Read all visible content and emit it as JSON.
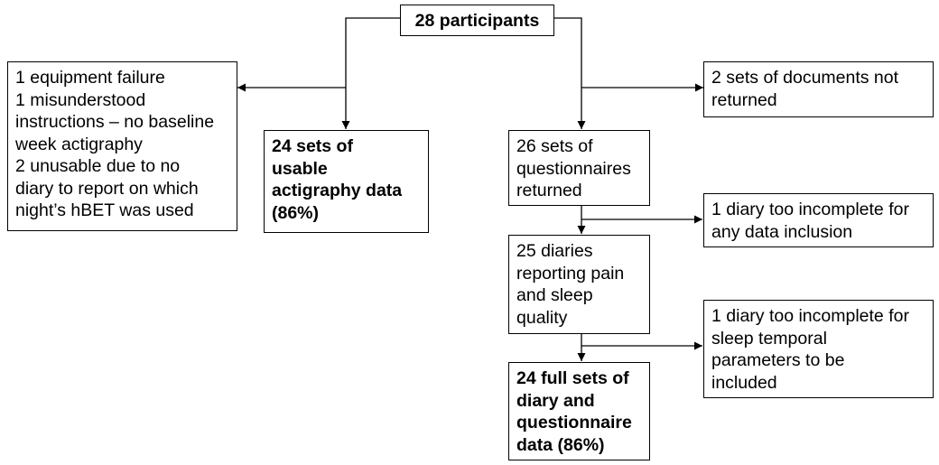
{
  "flowchart": {
    "top": "28 participants",
    "left_excluded": "1 equipment failure\n1 misunderstood\ninstructions – no baseline\nweek actigraphy\n2 unusable due to no\ndiary to report on which\nnight’s hBET was used",
    "actigraphy_result": "24 sets of\nusable\nactigraphy data\n(86%)",
    "right_excluded": "2 sets of documents not\nreturned",
    "questionnaires": "26 sets of\nquestionnaires\nreturned",
    "diary_excluded_1": "1 diary too incomplete for\nany data inclusion",
    "diaries": "25 diaries\nreporting pain\nand sleep\nquality",
    "diary_excluded_2": "1 diary too incomplete for\nsleep temporal\nparameters to be\nincluded",
    "final_result": "24 full sets of\ndiary and\nquestionnaire\ndata (86%)"
  }
}
